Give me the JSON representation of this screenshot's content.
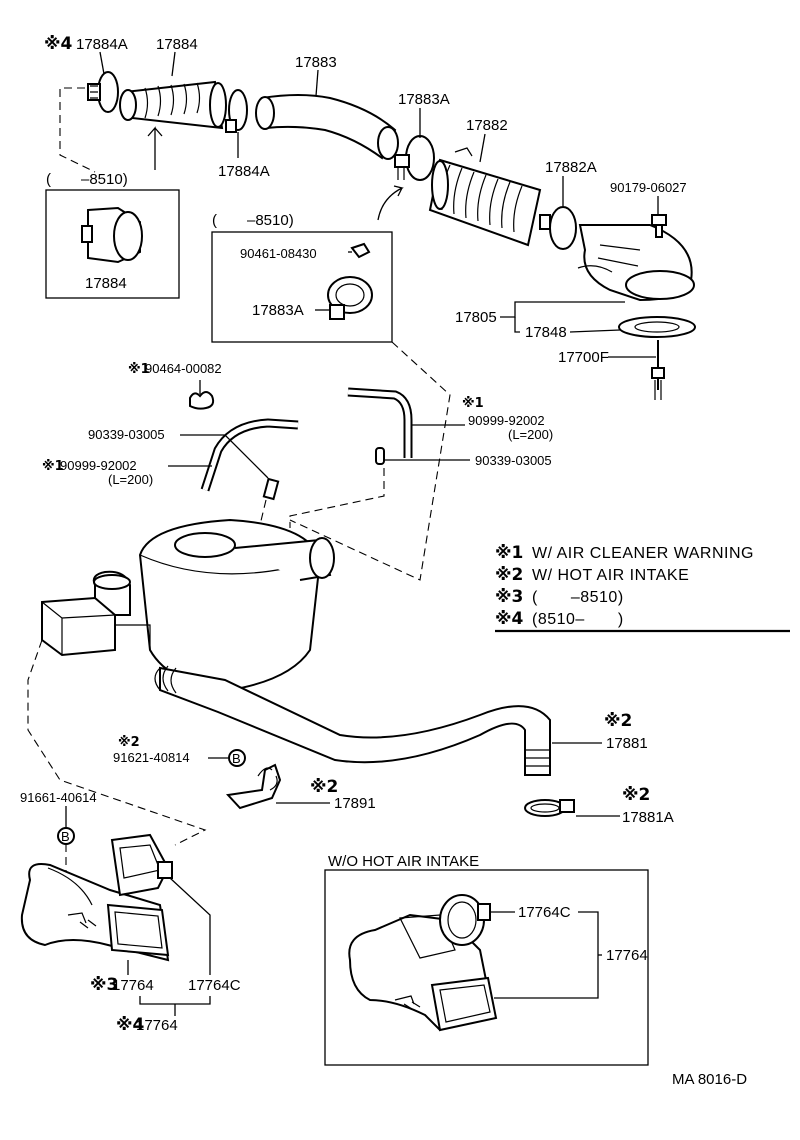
{
  "parts": {
    "p17884A_top": "17884A",
    "p17884_top": "17884",
    "p17883": "17883",
    "p17883A_top": "17883A",
    "p17882": "17882",
    "p17882A": "17882A",
    "p90179": "90179-06027",
    "p17884A_mid": "17884A",
    "p17884_box": "17884",
    "p90461": "90461-08430",
    "p17883A_box": "17883A",
    "p17805": "17805",
    "p17848": "17848",
    "p17700F": "17700F",
    "p90464": "90464-00082",
    "p90339_left": "90339-03005",
    "p90999_left": "90999-92002",
    "p90999_left_len": "(L=200)",
    "p90999_right": "90999-92002",
    "p90999_right_len": "(L=200)",
    "p90339_right": "90339-03005",
    "p91621": "91621-40814",
    "p17881": "17881",
    "p17891": "17891",
    "p17881A": "17881A",
    "p91661": "91661-40614",
    "p17764_3": "17764",
    "p17764C_left": "17764C",
    "p17764_4": "17764",
    "p17764C_box": "17764C",
    "p17764_box": "17764"
  },
  "marks": {
    "m4_top": "※4",
    "m1_90464": "※1",
    "m1_left": "※1",
    "m1_right": "※1",
    "m2_91621": "※2",
    "m2_17881": "※2",
    "m2_17891": "※2",
    "m2_17881A": "※2",
    "m3_17764": "※3",
    "m4_17764": "※4"
  },
  "boxes": {
    "box1_range": "(　　–8510)",
    "box2_range": "(　　–8510)",
    "wo_title": "W/O HOT AIR INTAKE"
  },
  "legend": [
    {
      "mark": "※1",
      "text": "W/ AIR CLEANER WARNING"
    },
    {
      "mark": "※2",
      "text": "W/ HOT AIR INTAKE"
    },
    {
      "mark": "※3",
      "text": "(　　–8510)"
    },
    {
      "mark": "※4",
      "text": "(8510–　　)"
    }
  ],
  "figure_code": "MA 8016-D",
  "badge_letter": "B"
}
